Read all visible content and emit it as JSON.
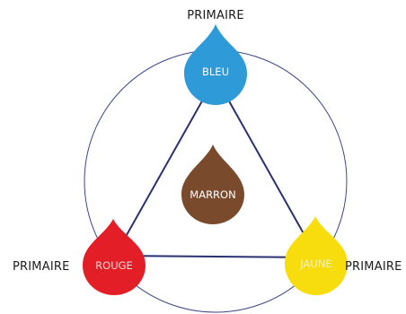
{
  "diagram": {
    "title_top": "PRIMAIRE",
    "label_left": "PRIMAIRE",
    "label_right": "PRIMAIRE",
    "drops": {
      "top": {
        "label": "BLEU",
        "color": "#2E9AD8",
        "text_color": "#ffffff"
      },
      "left": {
        "label": "ROUGE",
        "color": "#E41E26",
        "text_color": "#f6d5d5"
      },
      "right": {
        "label": "JAUNE",
        "color": "#F7DC0E",
        "text_color": "#f3f0c2"
      },
      "center": {
        "label": "MARRON",
        "color": "#7A4A2C",
        "text_color": "#ffffff"
      }
    },
    "line_color": "#2a3170",
    "circle_color": "#3b4788"
  }
}
